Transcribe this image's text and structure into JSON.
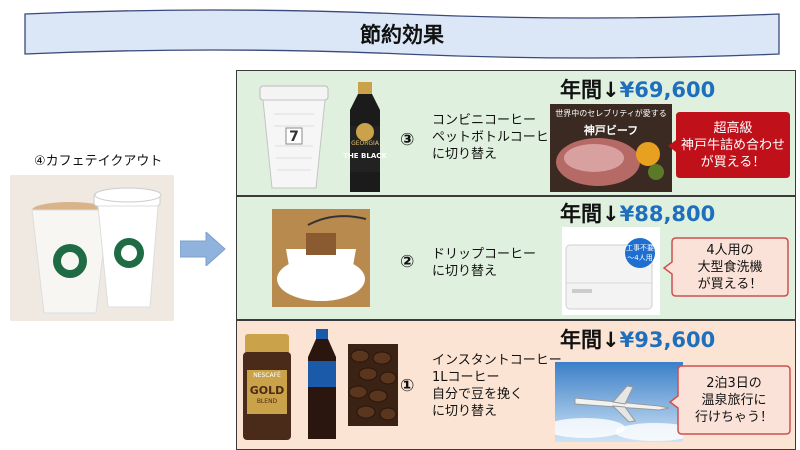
{
  "title": "節約効果",
  "left": {
    "label": "④カフェテイクアウト"
  },
  "options": [
    {
      "number": "③",
      "description": "コンビニコーヒー\nペットボトルコーヒー\nに切り替え",
      "savings_prefix": "年間↓",
      "savings_amount": "¥69,600",
      "callout": "超高級\n神戸牛詰め合わせ\nが買える！",
      "bottle_text": "THE BLACK",
      "bottle_brand": "GEORGIA",
      "beef_caption": "世界中のセレブリティが愛する",
      "beef_title": "神戸ビーフ"
    },
    {
      "number": "②",
      "description": "ドリップコーヒー\nに切り替え",
      "savings_prefix": "年間↓",
      "savings_amount": "¥88,800",
      "callout": "4人用の\n大型食洗機\nが買える！",
      "dishwasher_badge_1": "工事不要",
      "dishwasher_badge_2": "～4人用"
    },
    {
      "number": "①",
      "description": "インスタントコーヒー\n1Lコーヒー\n自分で豆を挽く\nに切り替え",
      "savings_prefix": "年間↓",
      "savings_amount": "¥93,600",
      "callout": "2泊3日の\n温泉旅行に\n行けちゃう！",
      "jar_brand": "NESCAFÉ",
      "jar_label": "GOLD",
      "jar_sub": "BLEND"
    }
  ],
  "colors": {
    "banner_fill": "#dbe6f7",
    "banner_stroke": "#3a4a7a",
    "panel_green": "#dff0de",
    "panel_peach": "#fbe4d4",
    "amount_blue": "#1f6fbf",
    "callout_red": "#c0111a",
    "arrow_blue": "#8fb3dc"
  }
}
